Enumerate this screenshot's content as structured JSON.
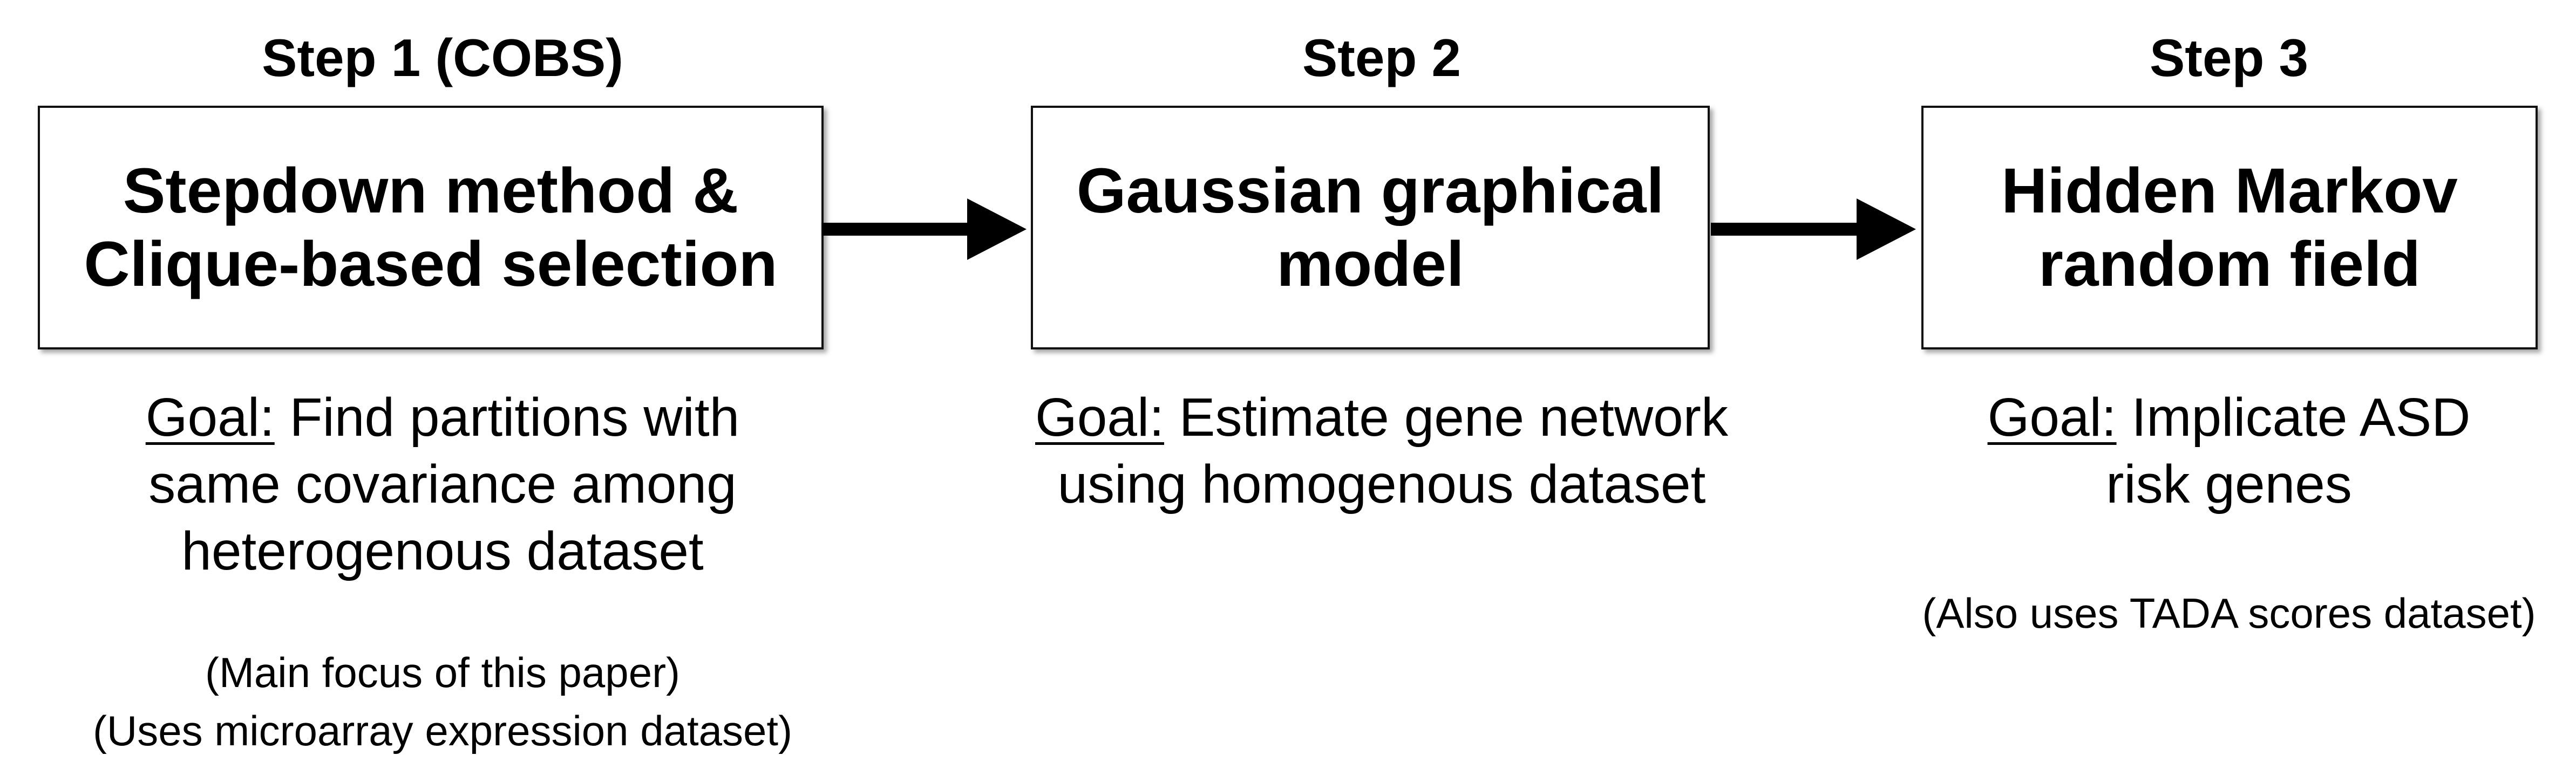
{
  "steps": [
    {
      "title": "Step 1 (COBS)",
      "box_text": "Stepdown method &\nClique-based selection",
      "goal_label": "Goal:",
      "goal_text": " Find partitions with same covariance among heterogenous dataset",
      "notes": [
        "(Main focus of this paper)",
        "(Uses microarray expression dataset)"
      ]
    },
    {
      "title": "Step 2",
      "box_text": "Gaussian graphical\nmodel",
      "goal_label": "Goal:",
      "goal_text": " Estimate gene network using homogenous dataset",
      "notes": []
    },
    {
      "title": "Step 3",
      "box_text": "Hidden Markov\nrandom field",
      "goal_label": "Goal:",
      "goal_text": " Implicate ASD risk genes",
      "notes": [
        "(Also uses TADA scores dataset)"
      ]
    }
  ],
  "colors": {
    "stroke": "#000000",
    "background": "#ffffff"
  },
  "icons": [
    "arrow-right-icon",
    "arrow-right-icon"
  ]
}
